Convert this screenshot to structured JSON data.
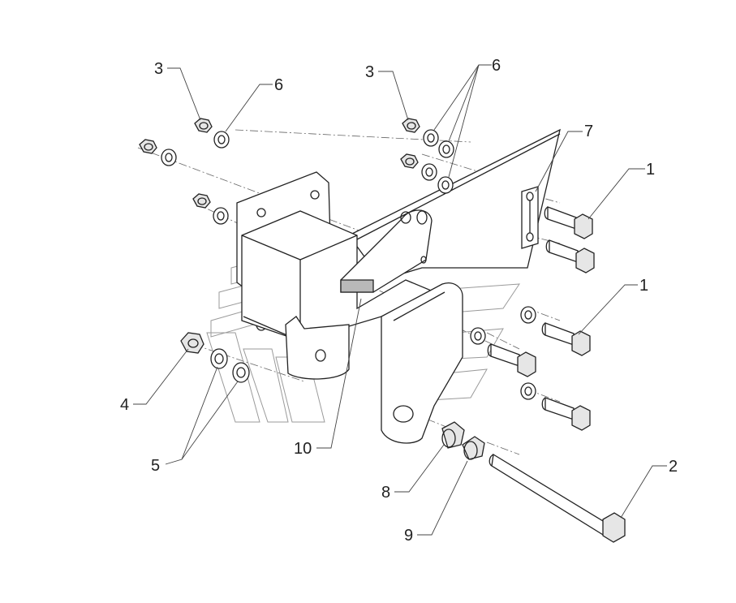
{
  "diagram": {
    "callouts": [
      {
        "key": "c3a",
        "label": "3"
      },
      {
        "key": "c6a",
        "label": "6"
      },
      {
        "key": "c3b",
        "label": "3"
      },
      {
        "key": "c6b",
        "label": "6"
      },
      {
        "key": "c7",
        "label": "7"
      },
      {
        "key": "c1a",
        "label": "1"
      },
      {
        "key": "c1b",
        "label": "1"
      },
      {
        "key": "c4",
        "label": "4"
      },
      {
        "key": "c5",
        "label": "5"
      },
      {
        "key": "c10",
        "label": "10"
      },
      {
        "key": "c8",
        "label": "8"
      },
      {
        "key": "c9",
        "label": "9"
      },
      {
        "key": "c2",
        "label": "2"
      }
    ]
  }
}
